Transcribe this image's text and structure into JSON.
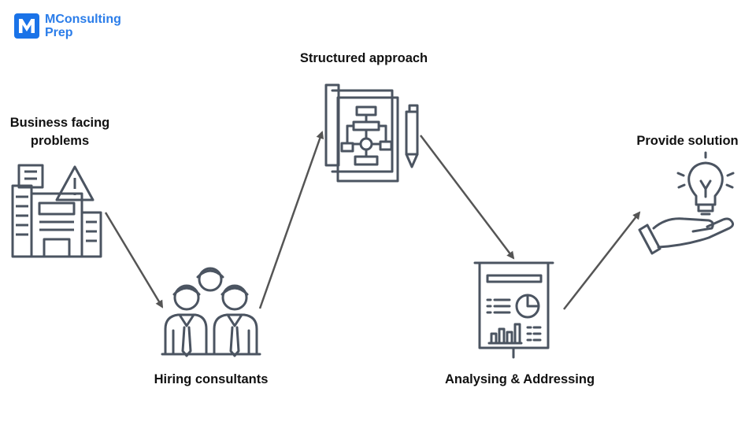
{
  "brand": {
    "logo_letter": "M",
    "name_line1": "MConsulting",
    "name_line2": "Prep",
    "color": "#1a73e8"
  },
  "diagram": {
    "stroke_color": "#4b5461",
    "arrow_color": "#555555",
    "steps": [
      {
        "id": "business",
        "label": "Business facing problems",
        "icon": "buildings-warning-icon"
      },
      {
        "id": "hiring",
        "label": "Hiring consultants",
        "icon": "consultants-group-icon"
      },
      {
        "id": "structured",
        "label": "Structured approach",
        "icon": "flowchart-document-icon"
      },
      {
        "id": "analysing",
        "label": "Analysing & Addressing",
        "icon": "presentation-board-icon"
      },
      {
        "id": "solution",
        "label": "Provide solution",
        "icon": "hand-lightbulb-icon"
      }
    ]
  }
}
